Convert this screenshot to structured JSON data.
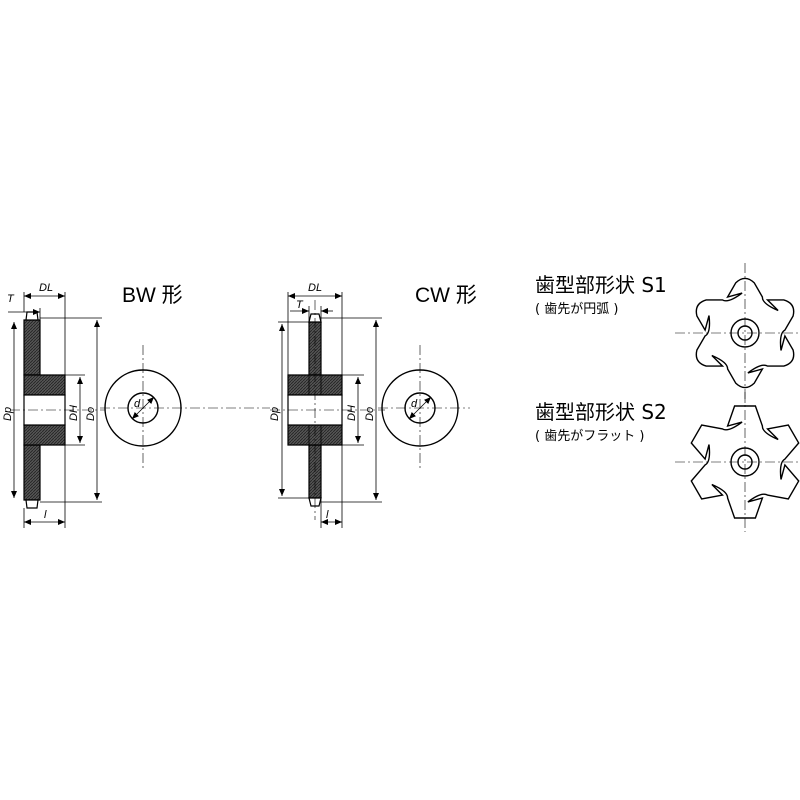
{
  "bw": {
    "title": "BW 形",
    "dims": {
      "T": "T",
      "DL": "DL",
      "Dp": "Dp",
      "DH": "DH",
      "Do": "Do",
      "l": "l",
      "d": "d"
    }
  },
  "cw": {
    "title": "CW 形",
    "dims": {
      "T": "T",
      "DL": "DL",
      "Dp": "Dp",
      "DH": "DH",
      "Do": "Do",
      "l": "l",
      "d": "d"
    }
  },
  "s1": {
    "title": "歯型部形状 S1",
    "subtitle": "( 歯先が円弧 )"
  },
  "s2": {
    "title": "歯型部形状 S2",
    "subtitle": "( 歯先がフラット )"
  }
}
